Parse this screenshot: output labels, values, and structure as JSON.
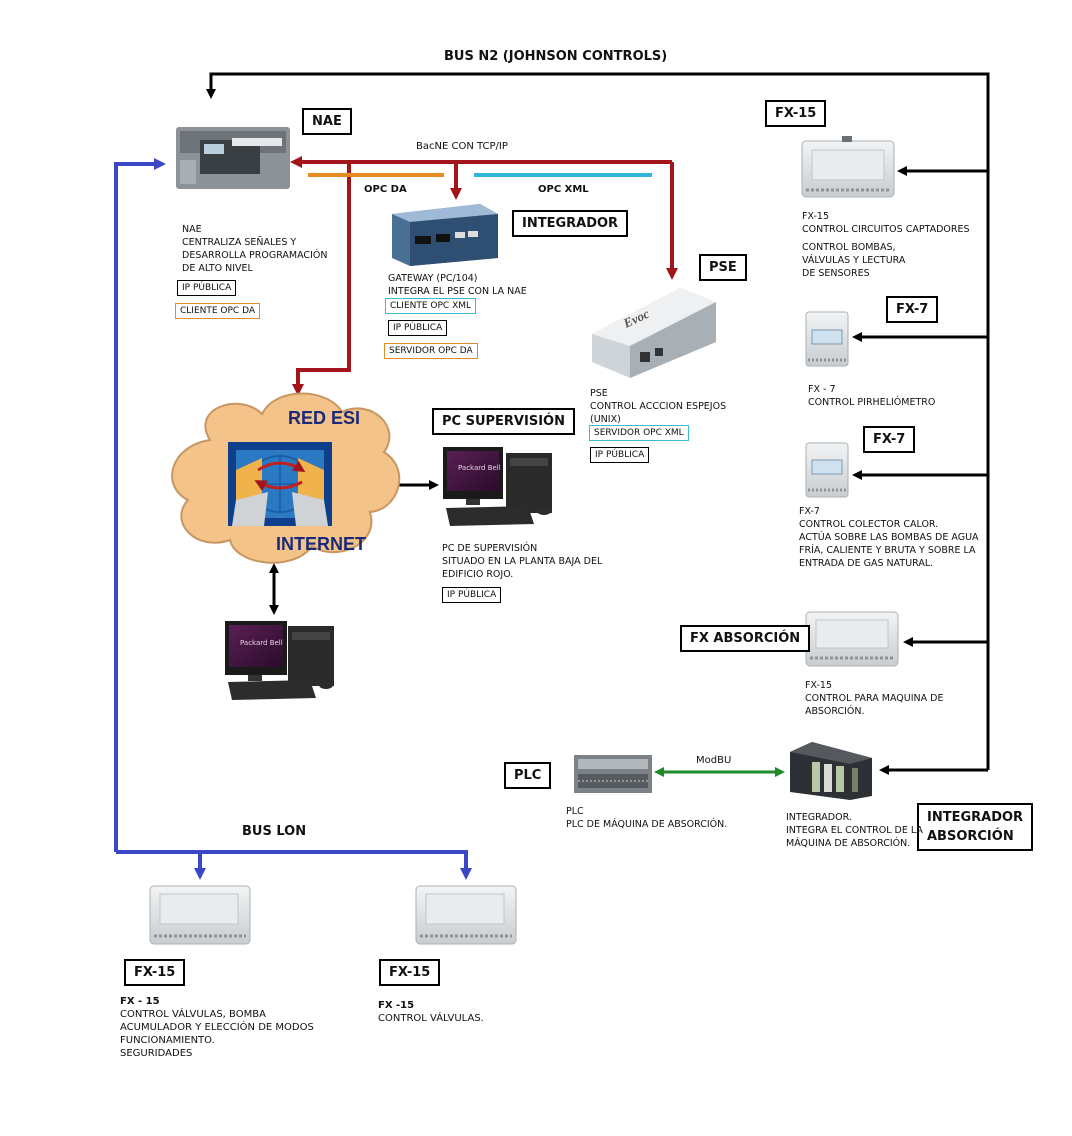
{
  "title": "BUS N2 (JOHNSON CONTROLS)",
  "bus_lon": "BUS LON",
  "links": {
    "bacnet": "BacNE  CON  TCP/IP",
    "opc_da": "OPC DA",
    "opc_xml": "OPC XML",
    "modbus": "ModBU"
  },
  "nae": {
    "box": "NAE",
    "name": "NAE",
    "line1": "CENTRALIZA SEÑALES Y",
    "line2": "DESARROLLA PROGRAMACIÓN",
    "line3": "DE ALTO NIVEL",
    "tag1": "IP PÚBLICA",
    "tag2": "CLIENTE OPC DA"
  },
  "integrador": {
    "box": "INTEGRADOR",
    "line1": "GATEWAY (PC/104)",
    "line2": "INTEGRA EL PSE CON LA NAE",
    "tag1": "CLIENTE OPC XML",
    "tag2": "IP PÚBLICA",
    "tag3": "SERVIDOR OPC DA"
  },
  "pse": {
    "box": "PSE",
    "name": "PSE",
    "line1": "CONTROL ACCCION ESPEJOS",
    "line2": "(UNIX)",
    "tag1": "SERVIDOR OPC XML",
    "tag2": "IP PÚBLICA"
  },
  "cloud": {
    "top": "RED ESI",
    "bottom": "INTERNET"
  },
  "pc_sup": {
    "box": "PC SUPERVISIÓN",
    "line1": "PC DE SUPERVISIÓN",
    "line2": "SITUADO EN LA PLANTA BAJA DEL",
    "line3": "EDIFICIO ROJO.",
    "tag": "IP PÚBLICA"
  },
  "fx15_top": {
    "box": "FX-15",
    "name": "FX-15",
    "line1": "CONTROL CIRCUITOS CAPTADORES",
    "line2": "CONTROL BOMBAS,",
    "line3": "VÁLVULAS Y LECTURA",
    "line4": "DE SENSORES"
  },
  "fx7_a": {
    "box": "FX-7",
    "name": "FX - 7",
    "line1": "CONTROL PIRHELIÓMETRO"
  },
  "fx7_b": {
    "box": "FX-7",
    "name": "FX-7",
    "line1": "CONTROL COLECTOR CALOR.",
    "line2": "ACTÚA SOBRE LAS BOMBAS DE AGUA",
    "line3": "FRÍA, CALIENTE Y BRUTA Y SOBRE LA",
    "line4": "ENTRADA DE GAS NATURAL."
  },
  "fx_abs": {
    "box": "FX ABSORCIÓN",
    "name": "FX-15",
    "line1": "CONTROL PARA MAQUINA DE",
    "line2": "ABSORCIÓN."
  },
  "plc": {
    "box": "PLC",
    "name": "PLC",
    "line1": "PLC DE MÁQUINA DE ABSORCIÓN."
  },
  "int_abs": {
    "box1": "INTEGRADOR",
    "box2": "ABSORCIÓN",
    "line1": "INTEGRADOR.",
    "line2": "INTEGRA EL CONTROL DE LA",
    "line3": "MÁQUINA DE ABSORCIÓN."
  },
  "fx15_lon1": {
    "box": "FX-15",
    "name": "FX - 15",
    "line1": "CONTROL VÁLVULAS, BOMBA",
    "line2": "ACUMULADOR Y ELECCIÓN DE MODOS",
    "line3": "FUNCIONAMIENTO.",
    "line4": "SEGURIDADES"
  },
  "fx15_lon2": {
    "box": "FX-15",
    "name": "FX -15",
    "line1": "CONTROL VÁLVULAS."
  },
  "colors": {
    "bus_n2": "#000000",
    "bus_lon": "#3b47c4",
    "bacnet": "#a3151a",
    "opc_da": "#e88a22",
    "opc_xml": "#2fb7d9",
    "modbus": "#1f8a2a",
    "cloud": "#f4c389"
  }
}
